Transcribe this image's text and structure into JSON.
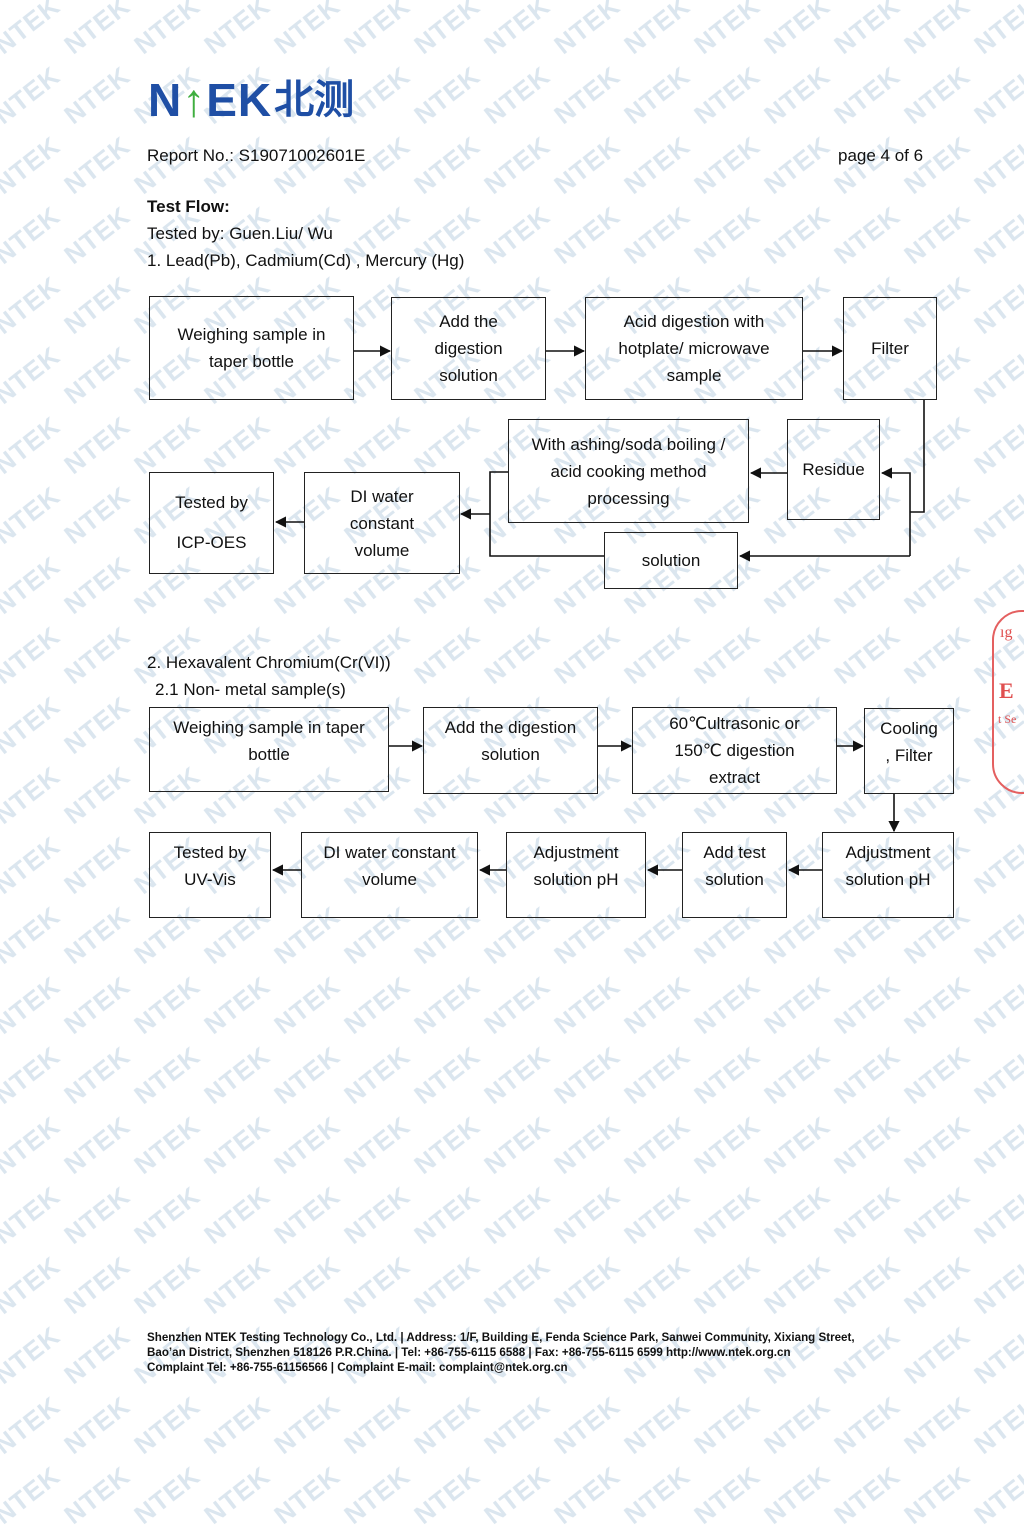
{
  "header": {
    "logo": {
      "latin_before": "N",
      "latin_after": "EK",
      "chinese": "北测",
      "arrow_glyph": "↑"
    },
    "report_label": "Report No.: ",
    "report_number": "S19071002601E",
    "page": "page 4 of 6"
  },
  "test_flow": {
    "heading": "Test Flow:",
    "tested_by": "Tested by:    Guen.Liu/ Wu"
  },
  "section1": {
    "title": "1.   Lead(Pb), Cadmium(Cd) , Mercury (Hg)",
    "boxes": {
      "weighing": "Weighing sample in\ntaper bottle",
      "add_digestion": "Add the\ndigestion\nsolution",
      "acid_digestion": "Acid digestion with\nhotplate/ microwave\nsample",
      "filter": "Filter",
      "residue": "Residue",
      "ashing": "With ashing/soda boiling /\nacid cooking method\nprocessing",
      "solution": "solution",
      "di_water": "DI water\nconstant\nvolume",
      "tested_icp": "Tested by\n\nICP-OES"
    }
  },
  "section2": {
    "title": "2. Hexavalent Chromium(Cr(VI))",
    "subtitle": "2.1    Non- metal sample(s)",
    "boxes": {
      "weighing": "Weighing sample in taper\nbottle",
      "add_digestion": "Add the digestion\nsolution",
      "ultrasonic": "60℃ultrasonic or\n150℃  digestion\nextract",
      "cooling": "Cooling\n, Filter",
      "adjust_ph_1": "Adjustment\nsolution pH",
      "add_test": "Add test\nsolution",
      "adjust_ph_2": "Adjustment\nsolution pH",
      "di_water": "DI water constant\nvolume",
      "tested_uv": "Tested by\nUV-Vis"
    }
  },
  "footer": {
    "line1": "Shenzhen NTEK Testing Technology Co., Ltd. | Address: 1/F, Building E, Fenda Science Park, Sanwei Community, Xixiang Street,",
    "line2": "Bao’an District, Shenzhen 518126 P.R.China. | Tel: +86-755-6115 6588 | Fax: +86-755-6115 6599    http://www.ntek.org.cn",
    "line3": "Complaint Tel: +86-755-61156566 | Complaint E-mail: complaint@ntek.org.cn"
  },
  "stamp": {
    "text_top": "ıg",
    "text_mid": "E",
    "text_low": "t Se"
  },
  "watermark_text": "NTEK",
  "colors": {
    "brand_blue": "#1f4fa5",
    "brand_green": "#3fae3f",
    "watermark": "#dbe6ef",
    "stamp_red": "#e05050"
  }
}
